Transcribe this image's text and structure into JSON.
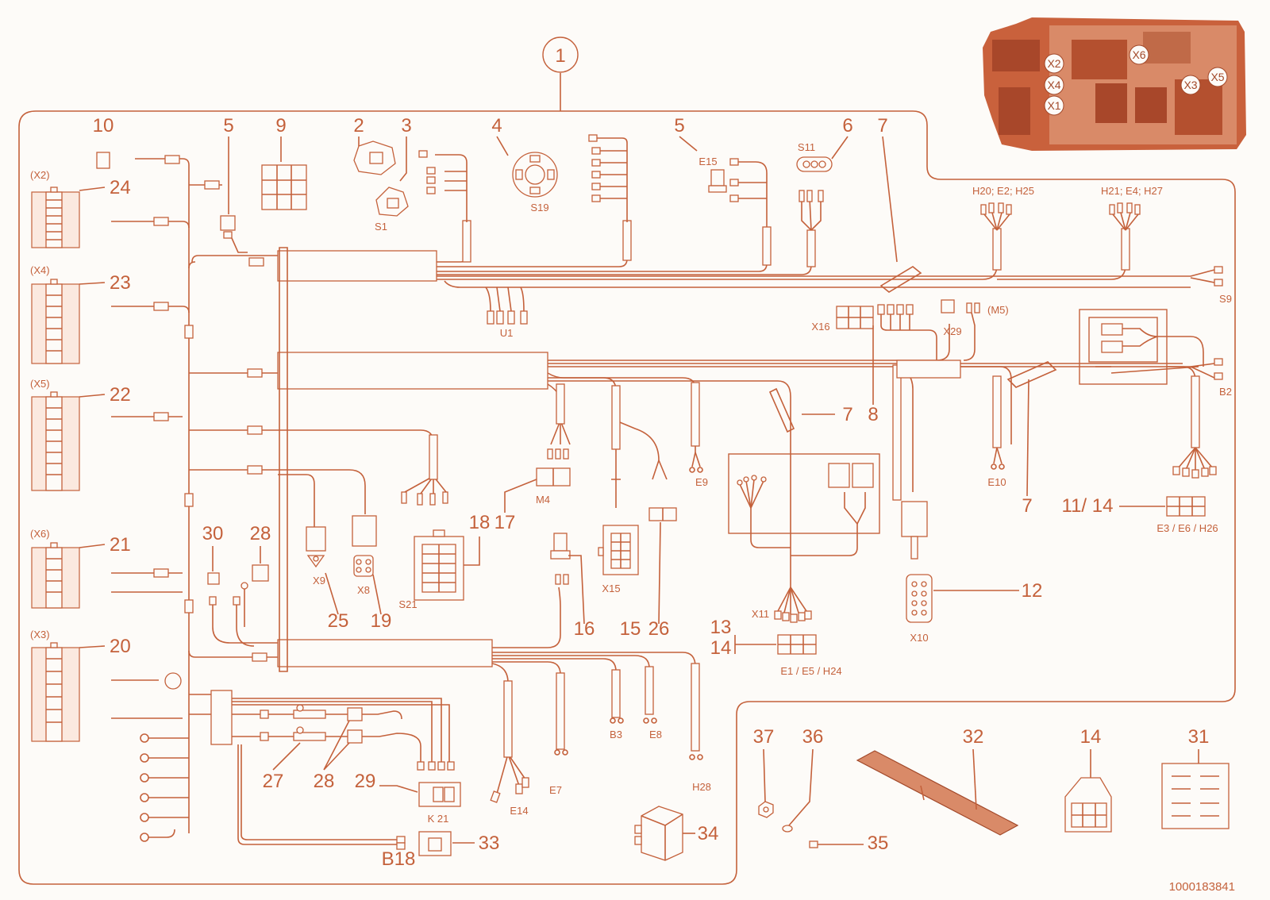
{
  "colors": {
    "line": "#c4613b",
    "background": "#fdfbf8",
    "photo": "#c9613c"
  },
  "photo_labels": [
    "X2",
    "X4",
    "X1",
    "X6",
    "X3",
    "X5"
  ],
  "callouts": {
    "c1": "1",
    "c2": "2",
    "c3": "3",
    "c4": "4",
    "c5a": "5",
    "c5b": "5",
    "c6": "6",
    "c7a": "7",
    "c7b": "7",
    "c7c": "7",
    "c8": "8",
    "c9": "9",
    "c10": "10",
    "c11_14": "11/ 14",
    "c12": "12",
    "c13": "13",
    "c14a": "14",
    "c14b": "14",
    "c15": "15",
    "c16": "16",
    "c17": "17",
    "c18": "18",
    "c19": "19",
    "c20": "20",
    "c21": "21",
    "c22": "22",
    "c23": "23",
    "c24": "24",
    "c25": "25",
    "c26": "26",
    "c27": "27",
    "c28a": "28",
    "c28b": "28",
    "c29": "29",
    "c30": "30",
    "c31": "31",
    "c32": "32",
    "c33": "33",
    "c34": "34",
    "c35": "35",
    "c36": "36",
    "c37": "37",
    "b18": "B18"
  },
  "labels": {
    "x2": "(X2)",
    "x4": "(X4)",
    "x5": "(X5)",
    "x6": "(X6)",
    "x3": "(X3)",
    "s1": "S1",
    "s19": "S19",
    "e15": "E15",
    "s11": "S11",
    "h20": "H20; E2; H25",
    "h21": "H21; E4; H27",
    "s9": "S9",
    "u1": "U1",
    "x16": "X16",
    "x29": "X29",
    "m5": "(M5)",
    "b2": "B2",
    "e9": "E9",
    "m4": "M4",
    "e10": "E10",
    "e3": "E3 / E6 / H26",
    "x9": "X9",
    "x8": "X8",
    "s21": "S21",
    "x15": "X15",
    "x11": "X11",
    "x10": "X10",
    "e1": "E1 / E5 / H24",
    "b3": "B3",
    "e8": "E8",
    "e7": "E7",
    "e14": "E14",
    "h28": "H28",
    "k21": "K 21"
  },
  "footer": {
    "part_number": "1000183841"
  }
}
